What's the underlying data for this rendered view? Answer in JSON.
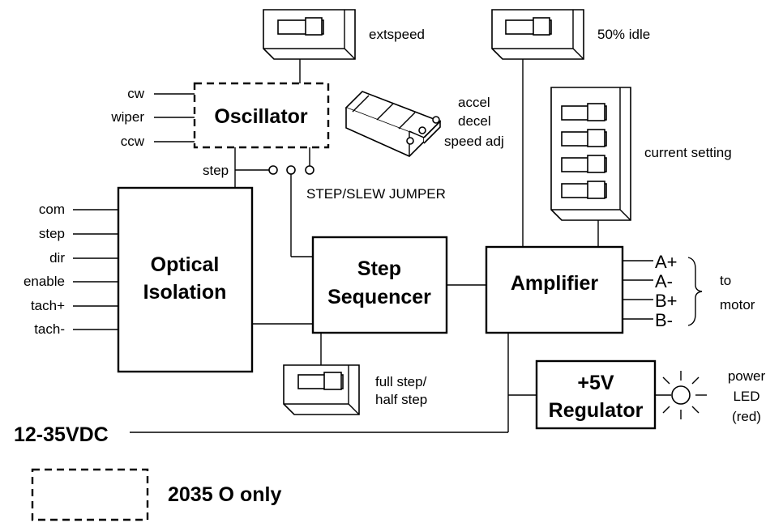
{
  "blocks": {
    "oscillator": "Oscillator",
    "optical_line1": "Optical",
    "optical_line2": "Isolation",
    "step_line1": "Step",
    "step_line2": "Sequencer",
    "amplifier": "Amplifier",
    "regulator_line1": "+5V",
    "regulator_line2": "Regulator"
  },
  "switches": {
    "extspeed": "extspeed",
    "idle": "50% idle",
    "current": "current setting",
    "fullstep_line1": "full step/",
    "fullstep_line2": "half step"
  },
  "pots": {
    "accel": "accel",
    "decel": "decel",
    "speed": "speed adj"
  },
  "oscillator_inputs": [
    "cw",
    "wiper",
    "ccw"
  ],
  "isolation_inputs": [
    "com",
    "step",
    "dir",
    "enable",
    "tach+",
    "tach-"
  ],
  "jumper": {
    "step": "step",
    "label": "STEP/SLEW JUMPER"
  },
  "motor_outputs": [
    "A+",
    "A-",
    "B+",
    "B-"
  ],
  "motor_label": {
    "line1": "to",
    "line2": "motor"
  },
  "led": {
    "line1": "power",
    "line2": "LED",
    "line3": "(red)"
  },
  "supply": "12-35VDC",
  "legend": "2035 O only"
}
